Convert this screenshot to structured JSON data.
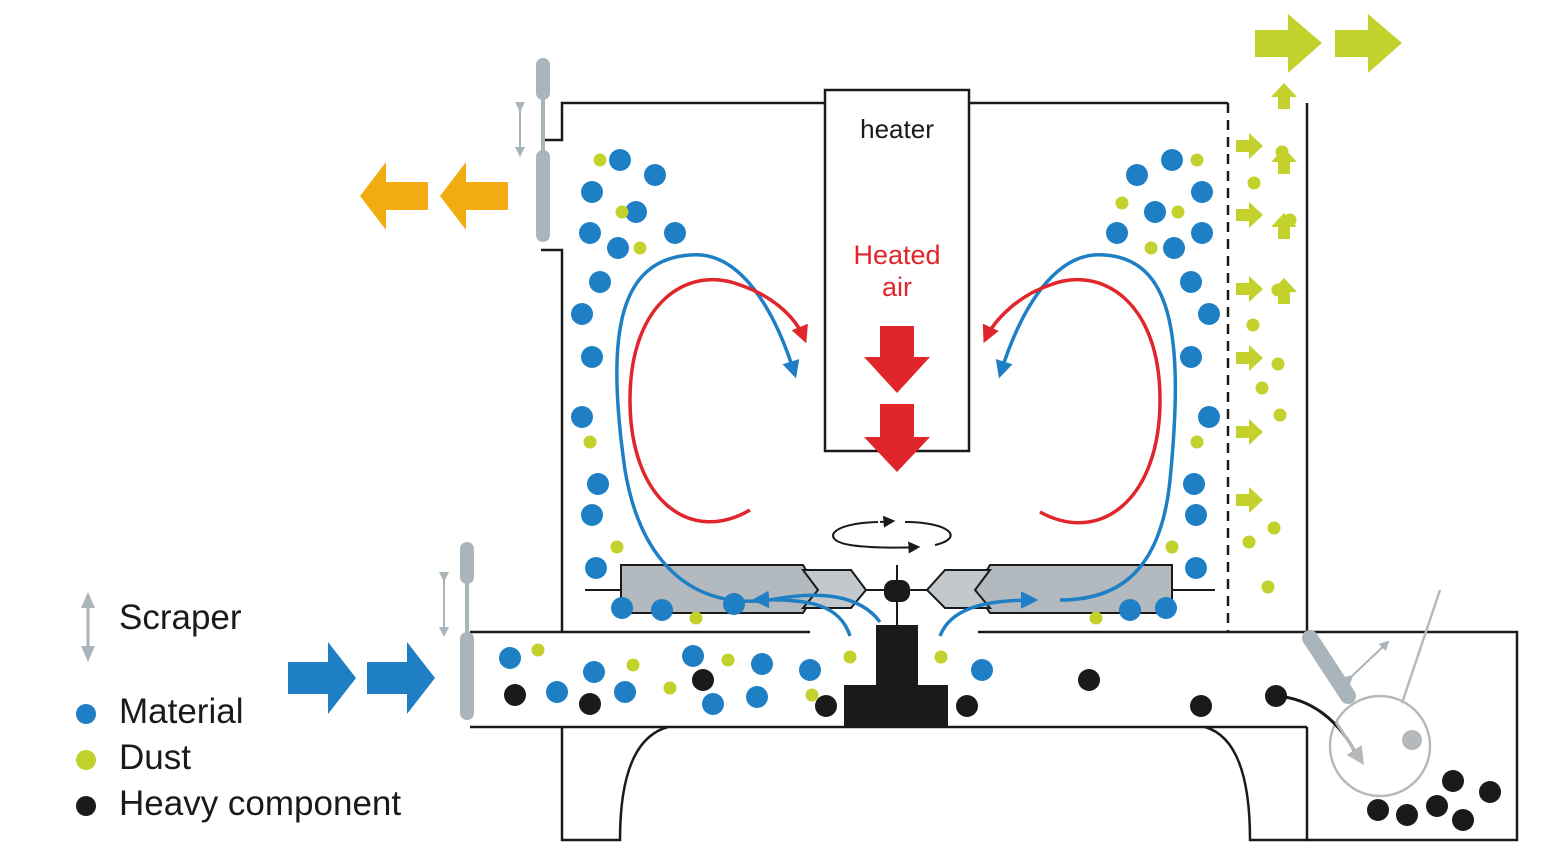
{
  "diagram": {
    "type": "process-schematic",
    "subject": "air classifier / dust separator",
    "labels": {
      "heater": "heater",
      "heated_air_line1": "Heated",
      "heated_air_line2": "air"
    },
    "legend": [
      {
        "key": "scraper",
        "label": "Scraper",
        "symbol": "double-arrow",
        "color": "#a9b4bb"
      },
      {
        "key": "material",
        "label": "Material",
        "symbol": "dot",
        "color": "#1f7fc4"
      },
      {
        "key": "dust",
        "label": "Dust",
        "symbol": "dot",
        "color": "#c3d12c"
      },
      {
        "key": "heavy",
        "label": "Heavy component",
        "symbol": "dot",
        "color": "#1a1a1a"
      }
    ],
    "colors": {
      "material": "#1f7fc4",
      "dust": "#c3d12c",
      "heavy": "#1a1a1a",
      "heated_air": "#e0252b",
      "flow_in": "#1f7fc4",
      "exhaust": "#f2ac12",
      "dust_out": "#c3d12c",
      "scraper": "#a9b4bb",
      "rotor": "#a9b4bb",
      "outline": "#1a1a1a"
    },
    "flows": [
      {
        "name": "material-inlet",
        "direction": "right",
        "color_key": "flow_in"
      },
      {
        "name": "exhaust-outlet",
        "direction": "left",
        "color_key": "exhaust"
      },
      {
        "name": "dust-outlet",
        "direction": "right",
        "color_key": "dust_out"
      },
      {
        "name": "heated-air",
        "direction": "down",
        "color_key": "heated_air"
      },
      {
        "name": "rotor-rotation",
        "direction": "rotate"
      }
    ]
  }
}
